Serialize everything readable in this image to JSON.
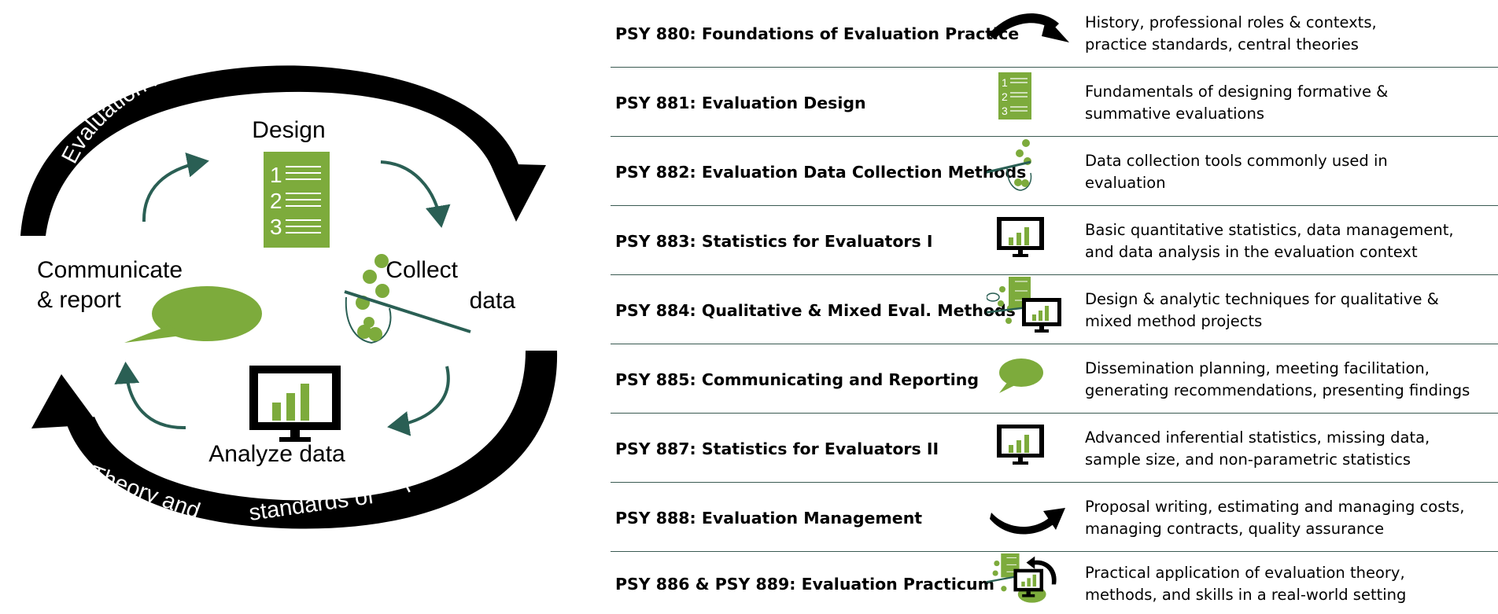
{
  "cycle": {
    "ring_top_label": "Evaluation management",
    "ring_bottom_label_1": "Theory and",
    "ring_bottom_label_2": "standards of",
    "ring_bottom_label_3": "practice",
    "design_label": "Design",
    "collect_label_1": "Collect",
    "collect_label_2": "data",
    "analyze_label": "Analyze data",
    "communicate_label_1": "Communicate",
    "communicate_label_2": "& report"
  },
  "courses": [
    {
      "title": "PSY 880: Foundations of Evaluation Practice",
      "icon": "curved-arrow-icon",
      "desc_1": "History, professional roles & contexts,",
      "desc_2": "practice standards, central theories"
    },
    {
      "title": "PSY 881: Evaluation Design",
      "icon": "numbered-list-icon",
      "desc_1": "Fundamentals of designing formative &",
      "desc_2": "summative evaluations"
    },
    {
      "title": "PSY 882: Evaluation Data Collection Methods",
      "icon": "collect-data-icon",
      "desc_1": "Data collection tools commonly used in",
      "desc_2": "evaluation"
    },
    {
      "title": "PSY 883: Statistics for Evaluators I",
      "icon": "monitor-chart-icon",
      "desc_1": "Basic quantitative statistics, data management,",
      "desc_2": "and data analysis in the evaluation context"
    },
    {
      "title": "PSY 884: Qualitative & Mixed Eval. Methods",
      "icon": "mixed-methods-icon",
      "desc_1": "Design & analytic techniques for qualitative &",
      "desc_2": "mixed method projects"
    },
    {
      "title": "PSY 885: Communicating and Reporting",
      "icon": "speech-bubble-icon",
      "desc_1": "Dissemination planning, meeting facilitation,",
      "desc_2": "generating recommendations, presenting findings"
    },
    {
      "title": "PSY 887: Statistics for Evaluators II",
      "icon": "monitor-chart-icon",
      "desc_1": "Advanced inferential statistics, missing data,",
      "desc_2": "sample size, and non-parametric statistics"
    },
    {
      "title": "PSY 888: Evaluation Management",
      "icon": "curved-arrow-icon",
      "desc_1": "Proposal writing, estimating and managing costs,",
      "desc_2": "managing contracts, quality assurance"
    },
    {
      "title": "PSY 886 & PSY 889: Evaluation Practicum",
      "icon": "practicum-collage-icon",
      "desc_1": "Practical application of evaluation theory,",
      "desc_2": "methods, and skills in a real-world setting"
    }
  ],
  "colors": {
    "green": "#7dab3c",
    "dark_teal": "#2a5f54",
    "black": "#000000"
  }
}
